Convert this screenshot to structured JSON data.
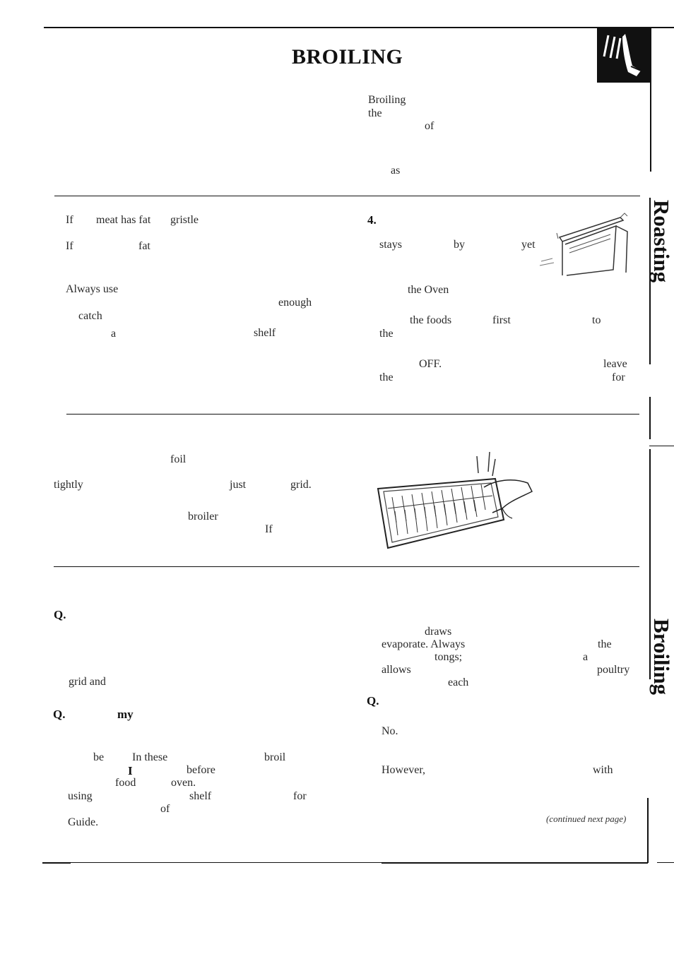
{
  "title": "BROILING",
  "tabs": {
    "roasting": "Roasting",
    "broiling": "Broiling"
  },
  "footer_note": "(continued next page)",
  "icons": {
    "corner": "hand-pressing-button-icon",
    "fig1": "oven-door-stop-icon",
    "fig2": "broiler-pan-foil-icon"
  },
  "words": {
    "intro": [
      "Broiling",
      "the",
      "of",
      "as"
    ],
    "left1": [
      "If",
      "meat has fat",
      "gristle",
      "If",
      "fat",
      "Always use",
      "enough",
      "catch",
      "a",
      "shelf"
    ],
    "right1": [
      "4.",
      "stays",
      "by",
      "yet",
      "the Oven",
      "the foods",
      "first",
      "to",
      "the",
      "OFF.",
      "leave",
      "the",
      "for"
    ],
    "foil": [
      "foil",
      "tightly",
      "just",
      "grid.",
      "broiler",
      "If"
    ],
    "qa_left": [
      "Q.",
      "grid and",
      "Q.",
      "my",
      "be",
      "In these",
      "broil",
      "I",
      "before",
      "food",
      "oven.",
      "using",
      "shelf",
      "for",
      "of",
      "Guide."
    ],
    "qa_right": [
      "draws",
      "evaporate. Always",
      "the",
      "tongs;",
      "a",
      "allows",
      "poultry",
      "each",
      "Q.",
      "No.",
      "However,",
      "with"
    ]
  }
}
